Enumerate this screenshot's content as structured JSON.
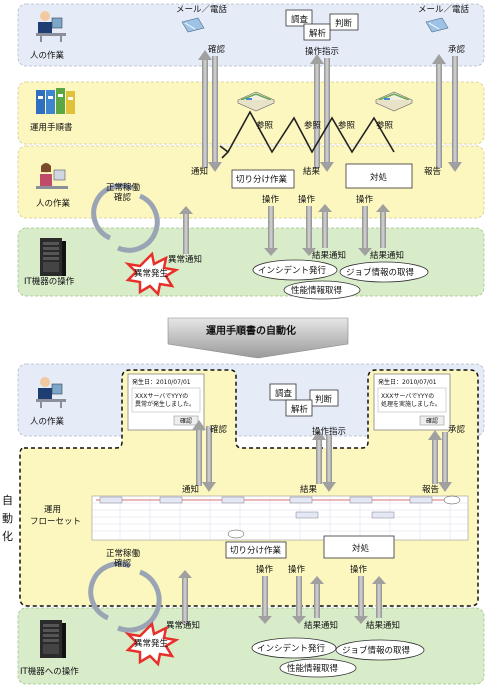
{
  "colors": {
    "band_blue": "#e6ecf7",
    "band_yellow": "#fcf7bf",
    "band_green": "#d8ecca",
    "arrow_gray": "#a0a0a0",
    "burst_red": "#e8302a"
  },
  "top": {
    "lanes": {
      "human_work_1": "人の作業",
      "manual": "運用手順書",
      "human_work_2": "人の作業",
      "it_ops": "IT機器の操作"
    },
    "mail_left": "メール／電話",
    "mail_right": "メール／電話",
    "tasks": [
      "調査",
      "判断",
      "解析"
    ],
    "confirm": "確認",
    "instruct": "操作指示",
    "approve": "承認",
    "refer": [
      "参照",
      "参照",
      "参照",
      "参照"
    ],
    "notify": "通知",
    "result": "結果",
    "report": "報告",
    "isolate_box": "切り分け作業",
    "handle_box": "対処",
    "normal_op": [
      "正常稼働",
      "確認"
    ],
    "ops": [
      "操作",
      "操作",
      "操作"
    ],
    "abnormal_notify": "異常通知",
    "result_notify": [
      "結果通知",
      "結果通知"
    ],
    "abnormal_burst": "異常発生",
    "bubbles": [
      "インシデント発行",
      "ジョブ情報の取得",
      "性能情報取得"
    ]
  },
  "transition": "運用手順書の自動化",
  "bottom": {
    "side_label": [
      "自",
      "動",
      "化"
    ],
    "lanes": {
      "human_work": "人の作業",
      "flow": [
        "運用",
        "フローセット"
      ],
      "it_ops": "IT機器への操作"
    },
    "tasks": [
      "調査",
      "判断",
      "解析"
    ],
    "confirm": "確認",
    "instruct": "操作指示",
    "approve": "承認",
    "notify": "通知",
    "result": "結果",
    "report": "報告",
    "isolate_box": "切り分け作業",
    "handle_box": "対処",
    "normal_op": [
      "正常稼働",
      "確認"
    ],
    "ops": [
      "操作",
      "操作",
      "操作"
    ],
    "abnormal_notify": "異常通知",
    "result_notify": [
      "結果通知",
      "結果通知"
    ],
    "abnormal_burst": "異常発生",
    "bubbles": [
      "インシデント発行",
      "ジョブ情報の取得",
      "性能情報取得"
    ],
    "msg_left": {
      "date": "発生日：2010/07/01",
      "body": [
        "XXXサーバでYYYの",
        "異常が発生しました。"
      ],
      "button": "確認"
    },
    "msg_right": {
      "date": "発生日：2010/07/01",
      "body": [
        "XXXサーバでYYYの",
        "処理を実施しました。"
      ],
      "button": "確認"
    }
  }
}
